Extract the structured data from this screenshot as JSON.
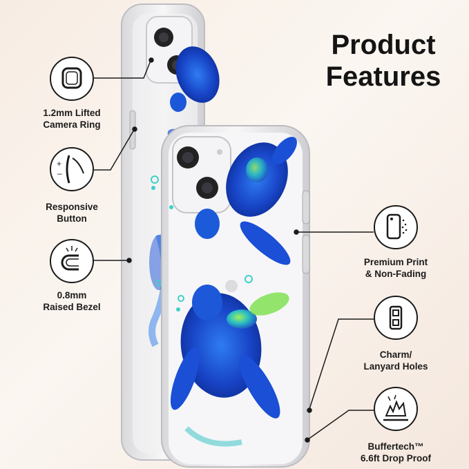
{
  "heading": {
    "line1": "Product",
    "line2": "Features"
  },
  "features": {
    "camera_ring": {
      "line1": "1.2mm Lifted",
      "line2": "Camera Ring"
    },
    "responsive_button": {
      "line1": "Responsive",
      "line2": "Button"
    },
    "raised_bezel": {
      "line1": "0.8mm",
      "line2": "Raised Bezel"
    },
    "premium_print": {
      "line1": "Premium Print",
      "line2": "& Non-Fading"
    },
    "lanyard_holes": {
      "line1": "Charm/",
      "line2": "Lanyard Holes"
    },
    "drop_proof": {
      "line1": "Buffertech™",
      "line2": "6.6ft Drop Proof"
    }
  },
  "colors": {
    "background": "#f7ece3",
    "text": "#141414",
    "turtle_blue": "#1a4fd6",
    "turtle_teal": "#21c6c9",
    "turtle_green": "#7be04a"
  }
}
